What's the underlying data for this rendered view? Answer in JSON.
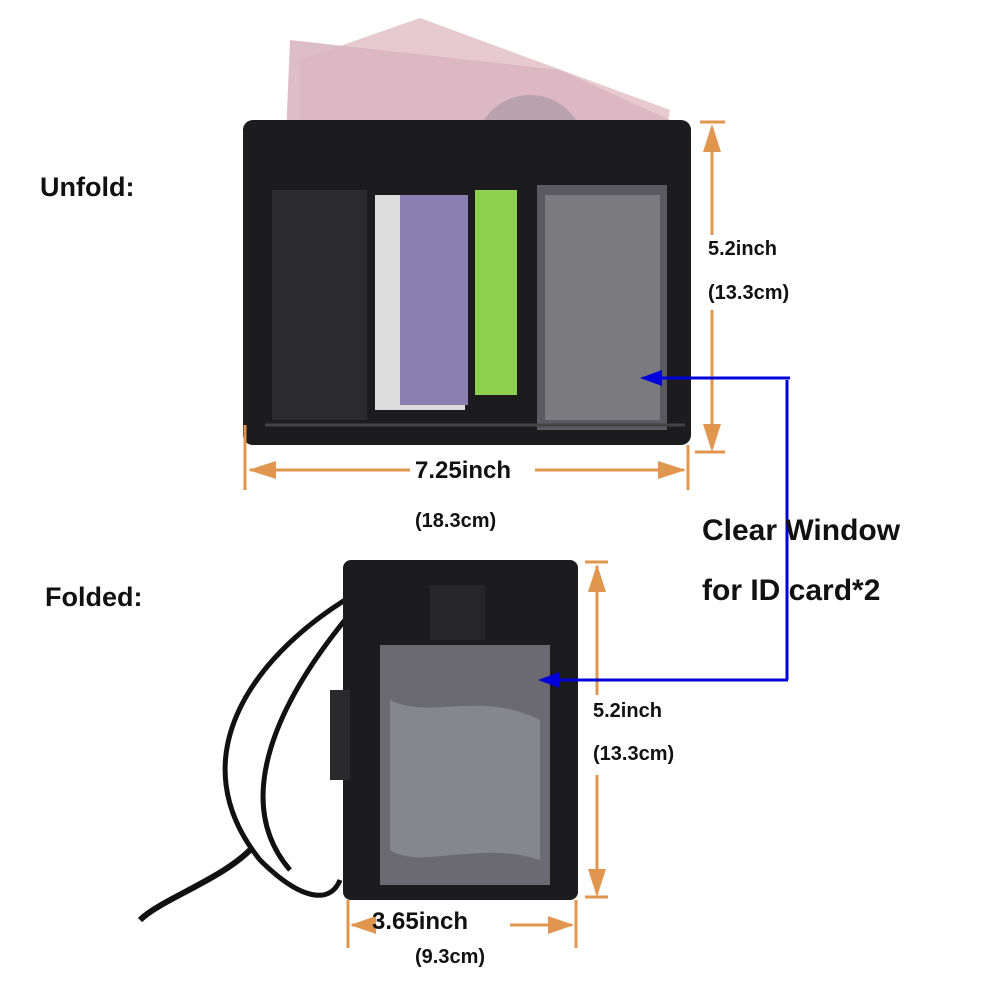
{
  "unfold": {
    "label": "Unfold:",
    "height_inch": "5.2inch",
    "height_cm": "(13.3cm)",
    "width_inch": "7.25inch",
    "width_cm": "(18.3cm)"
  },
  "folded": {
    "label": "Folded:",
    "height_inch": "5.2inch",
    "height_cm": "(13.3cm)",
    "width_inch": "3.65inch",
    "width_cm": "(9.3cm)"
  },
  "callout": {
    "line1": "Clear Window",
    "line2": "for ID card*2"
  },
  "colors": {
    "dimension_arrow": "#e0964f",
    "callout_arrow": "#0000dd",
    "wallet": "#1c1c1e"
  }
}
